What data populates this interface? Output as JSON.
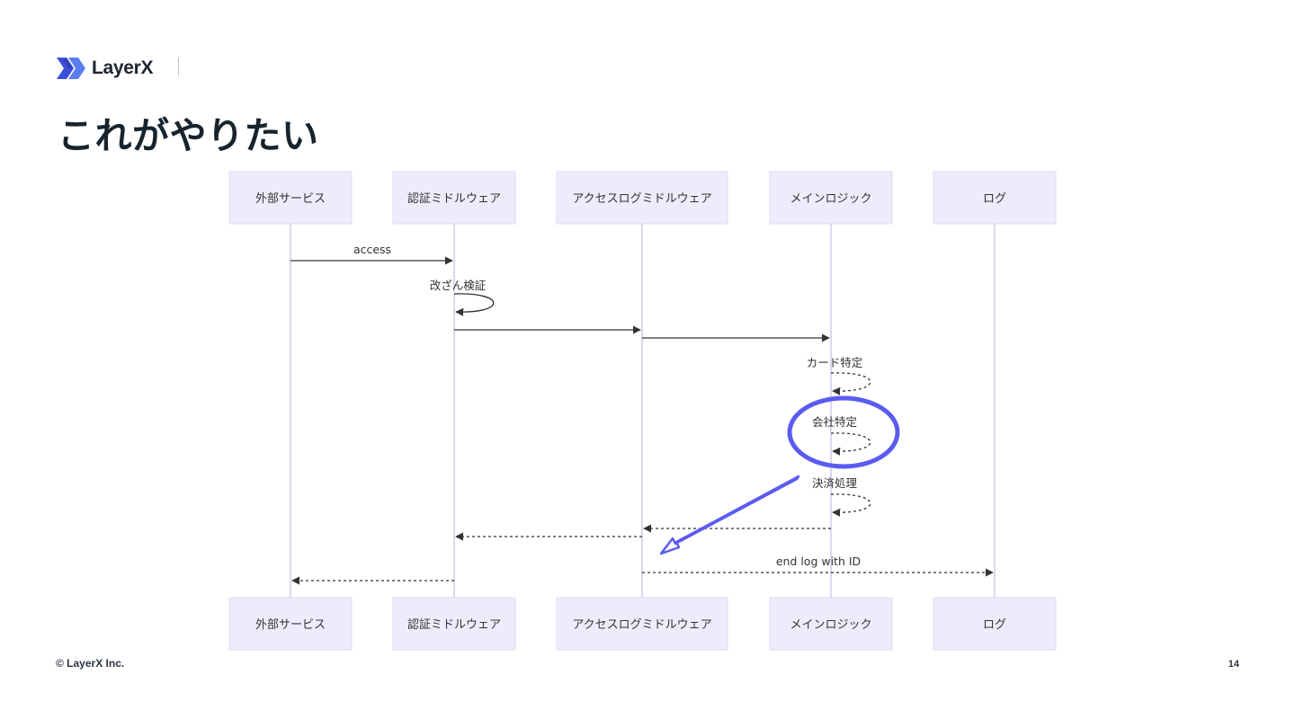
{
  "header": {
    "logo_text": "LayerX"
  },
  "slide": {
    "title": "これがやりたい"
  },
  "diagram": {
    "participants": [
      "外部サービス",
      "認証ミドルウェア",
      "アクセスログミドルウェア",
      "メインロジック",
      "ログ"
    ],
    "messages": [
      {
        "from": 0,
        "to": 1,
        "label": "access",
        "style": "solid"
      },
      {
        "from": 1,
        "to": 1,
        "label": "改ざん検証",
        "style": "solid"
      },
      {
        "from": 1,
        "to": 2,
        "label": "",
        "style": "solid"
      },
      {
        "from": 2,
        "to": 3,
        "label": "",
        "style": "solid"
      },
      {
        "from": 3,
        "to": 3,
        "label": "カード特定",
        "style": "dashed"
      },
      {
        "from": 3,
        "to": 3,
        "label": "会社特定",
        "style": "dashed"
      },
      {
        "from": 3,
        "to": 3,
        "label": "決済処理",
        "style": "dashed"
      },
      {
        "from": 3,
        "to": 2,
        "label": "",
        "style": "dashed"
      },
      {
        "from": 2,
        "to": 1,
        "label": "",
        "style": "dashed"
      },
      {
        "from": 2,
        "to": 4,
        "label": "end log with ID",
        "style": "dashed"
      },
      {
        "from": 1,
        "to": 0,
        "label": "",
        "style": "dashed"
      }
    ],
    "annotation": {
      "highlighted_message": "会社特定",
      "arrow_target": "アクセスログミドルウェア",
      "color": "#5b5bf0"
    }
  },
  "footer": {
    "copyright": "© LayerX Inc.",
    "page_number": "14"
  },
  "colors": {
    "title": "#17242d",
    "actor_fill": "#ececfb",
    "lifeline": "#d9d9ee",
    "annotation": "#5b5bf0"
  }
}
